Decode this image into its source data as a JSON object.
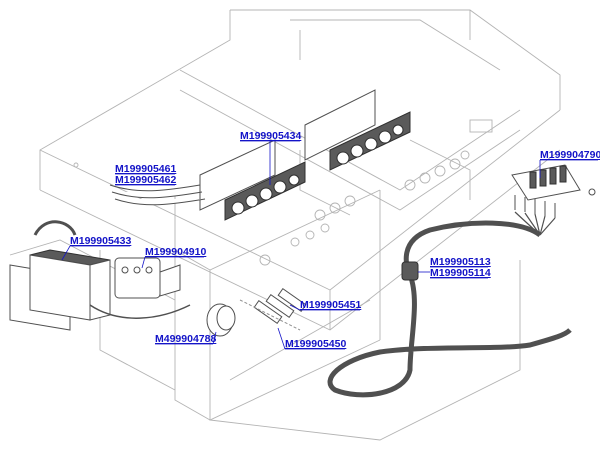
{
  "labels": {
    "p1": "M199905434",
    "p2": "M199905461",
    "p3": "M199905462",
    "p4": "M199904790",
    "p5": "M199905433",
    "p6": "M199904910",
    "p7": "M199905113",
    "p8": "M199905114",
    "p9": "M199905451",
    "p10": "M499904788",
    "p11": "M199905450"
  },
  "colors": {
    "label": "#1414c8",
    "frame": "#b4b4b4",
    "part": "#505050"
  }
}
